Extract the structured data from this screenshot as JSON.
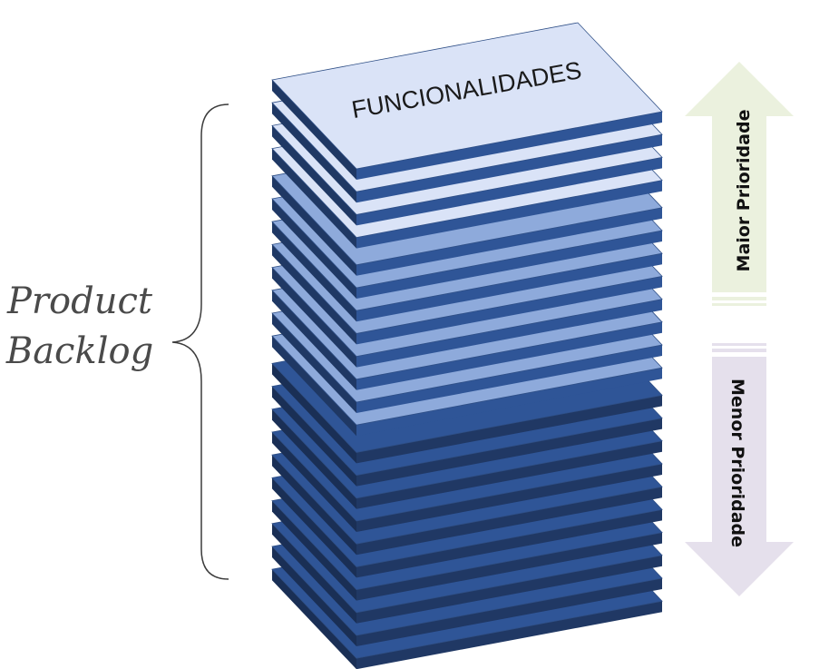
{
  "backlog_label": {
    "line1": "Product",
    "line2": "Backlog"
  },
  "top_layer_label": "FUNCIONALIDADES",
  "arrows": {
    "up": {
      "label": "Maior Prioridade",
      "color": "#ebf1de"
    },
    "down": {
      "label": "Menor Prioridade",
      "color": "#e5e0ec"
    }
  },
  "layer_groups": [
    {
      "name": "high-priority",
      "count": 4,
      "top_color": "#dae3f7",
      "side_color": "#1f3864",
      "front_color": "#2f5597"
    },
    {
      "name": "medium-priority",
      "count": 8,
      "top_color": "#8eaadb",
      "side_color": "#1f3864",
      "front_color": "#2f5597"
    },
    {
      "name": "low-priority",
      "count": 10,
      "top_color": "#2f5597",
      "side_color": "#1a2f55",
      "front_color": "#203864"
    }
  ]
}
